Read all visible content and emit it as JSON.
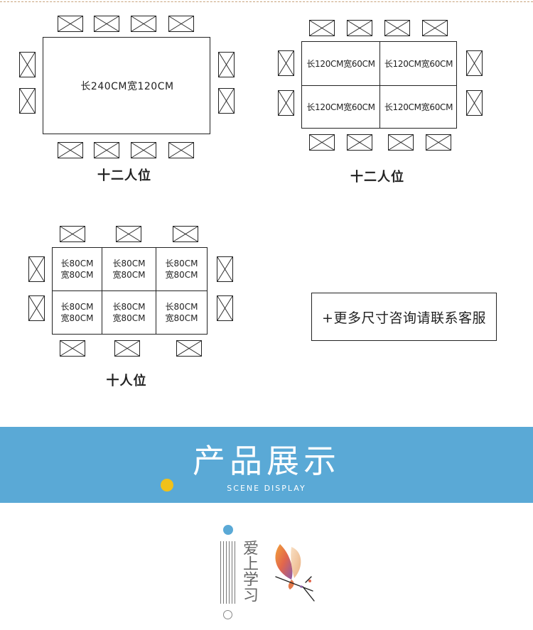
{
  "layout_a": {
    "table_label": "长240CM宽120CM",
    "caption": "十二人位"
  },
  "layout_b": {
    "cells": [
      "长120CM宽60CM",
      "长120CM宽60CM",
      "长120CM宽60CM",
      "长120CM宽60CM"
    ],
    "caption": "十二人位"
  },
  "layout_c": {
    "cells": [
      {
        "l1": "长80CM",
        "l2": "宽80CM"
      },
      {
        "l1": "长80CM",
        "l2": "宽80CM"
      },
      {
        "l1": "长80CM",
        "l2": "宽80CM"
      },
      {
        "l1": "长80CM",
        "l2": "宽80CM"
      },
      {
        "l1": "长80CM",
        "l2": "宽80CM"
      },
      {
        "l1": "长80CM",
        "l2": "宽80CM"
      }
    ],
    "caption": "十人位"
  },
  "more_sizes": "+更多尺寸咨询请联系客服",
  "banner": {
    "title": "产品展示",
    "subtitle": "SCENE DISPLAY",
    "background": "#5aa9d6",
    "dot_color": "#f0c11a"
  },
  "decor": {
    "vertical_text": "爱上学习",
    "icon": "butterfly-icon"
  }
}
